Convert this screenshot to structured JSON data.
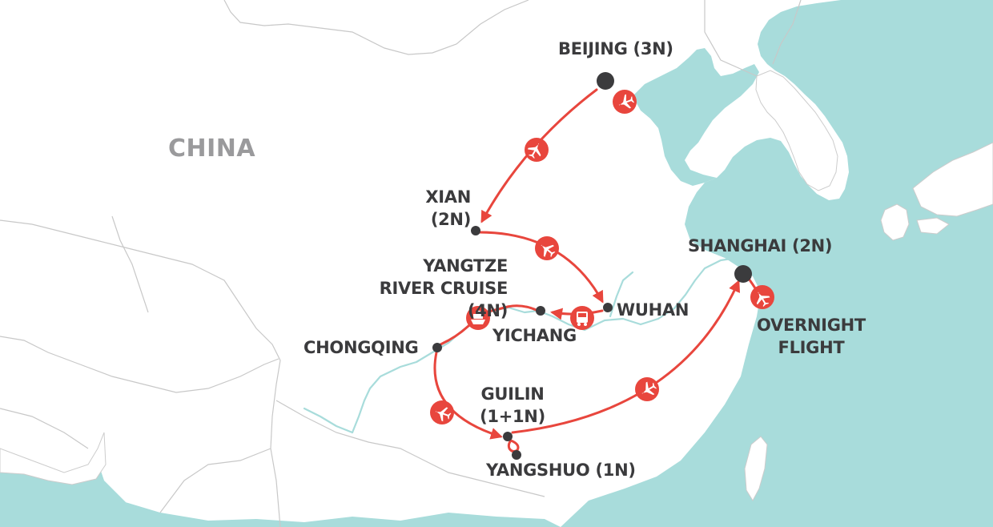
{
  "map": {
    "country_label": "CHINA",
    "colors": {
      "sea": "#a8dcdb",
      "land": "#ffffff",
      "border": "#cccccc",
      "river": "#a8dcdb",
      "route": "#e8463d",
      "city_dot": "#3b3b3d",
      "label": "#3b3b3d",
      "country_label": "#9a9a9c"
    },
    "legend_icons": {
      "flight": "plane-icon",
      "cruise": "ship-icon",
      "road": "bus-icon"
    },
    "stops": [
      {
        "id": "beijing",
        "name": "BEIJING (3N)"
      },
      {
        "id": "xian",
        "name": "XIAN",
        "nights": "(2N)"
      },
      {
        "id": "wuhan",
        "name": "WUHAN"
      },
      {
        "id": "yichang",
        "name": "YICHANG"
      },
      {
        "id": "yangtze",
        "name": "YANGTZE",
        "line2": "RIVER CRUISE",
        "nights": "(4N)"
      },
      {
        "id": "chongqing",
        "name": "CHONGQING"
      },
      {
        "id": "guilin",
        "name": "GUILIN",
        "nights": "(1+1N)"
      },
      {
        "id": "yangshuo",
        "name": "YANGSHUO (1N)"
      },
      {
        "id": "shanghai",
        "name": "SHANGHAI (2N)"
      }
    ],
    "overnight_flight": {
      "line1": "OVERNIGHT",
      "line2": "FLIGHT"
    },
    "route_legs": [
      {
        "from": "Beijing",
        "to": "Xian",
        "mode": "flight"
      },
      {
        "from": "Xian",
        "to": "Wuhan",
        "mode": "flight"
      },
      {
        "from": "Wuhan",
        "to": "Yichang",
        "mode": "road"
      },
      {
        "from": "Yichang",
        "to": "Chongqing",
        "mode": "cruise"
      },
      {
        "from": "Chongqing",
        "to": "Guilin",
        "mode": "flight"
      },
      {
        "from": "Guilin",
        "to": "Yangshuo",
        "mode": "road"
      },
      {
        "from": "Guilin",
        "to": "Shanghai",
        "mode": "flight"
      },
      {
        "from": "Shanghai",
        "to": "",
        "mode": "flight"
      }
    ]
  }
}
